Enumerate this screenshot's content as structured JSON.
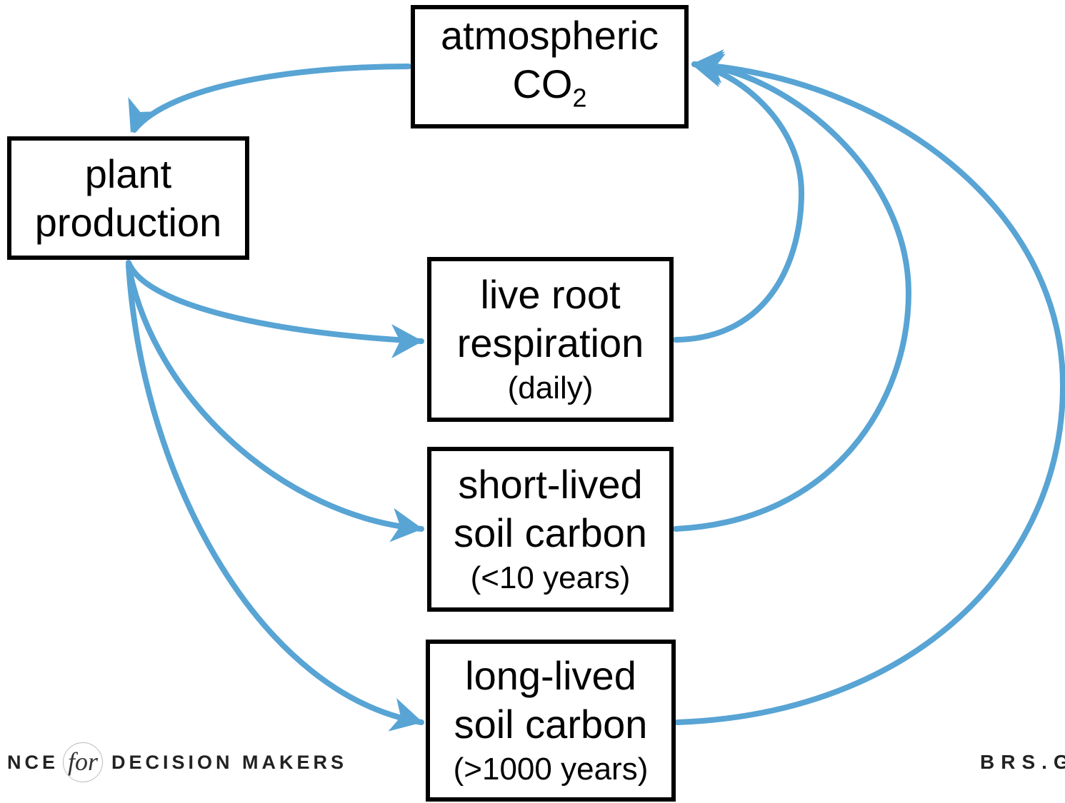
{
  "colors": {
    "arrow": "#58a4d4",
    "box_border": "#000000",
    "background": "#ffffff"
  },
  "nodes": {
    "atmospheric_co2": {
      "line1": "atmospheric",
      "line2_main": "CO",
      "line2_sub": "2"
    },
    "plant_production": {
      "line1": "plant",
      "line2": "production"
    },
    "live_root_respiration": {
      "line1": "live root",
      "line2": "respiration",
      "note": "(daily)"
    },
    "short_lived_soil_carbon": {
      "line1": "short-lived",
      "line2": "soil carbon",
      "note": "(<10 years)"
    },
    "long_lived_soil_carbon": {
      "line1": "long-lived",
      "line2": "soil carbon",
      "note": "(>1000 years)"
    }
  },
  "edges": [
    {
      "from": "atmospheric_co2",
      "to": "plant_production"
    },
    {
      "from": "plant_production",
      "to": "live_root_respiration"
    },
    {
      "from": "plant_production",
      "to": "short_lived_soil_carbon"
    },
    {
      "from": "plant_production",
      "to": "long_lived_soil_carbon"
    },
    {
      "from": "live_root_respiration",
      "to": "atmospheric_co2"
    },
    {
      "from": "short_lived_soil_carbon",
      "to": "atmospheric_co2"
    },
    {
      "from": "long_lived_soil_carbon",
      "to": "atmospheric_co2"
    }
  ],
  "footer": {
    "left_prefix": "NCE",
    "left_for": "for",
    "left_suffix": "DECISION MAKERS",
    "right": "BRS.G"
  }
}
